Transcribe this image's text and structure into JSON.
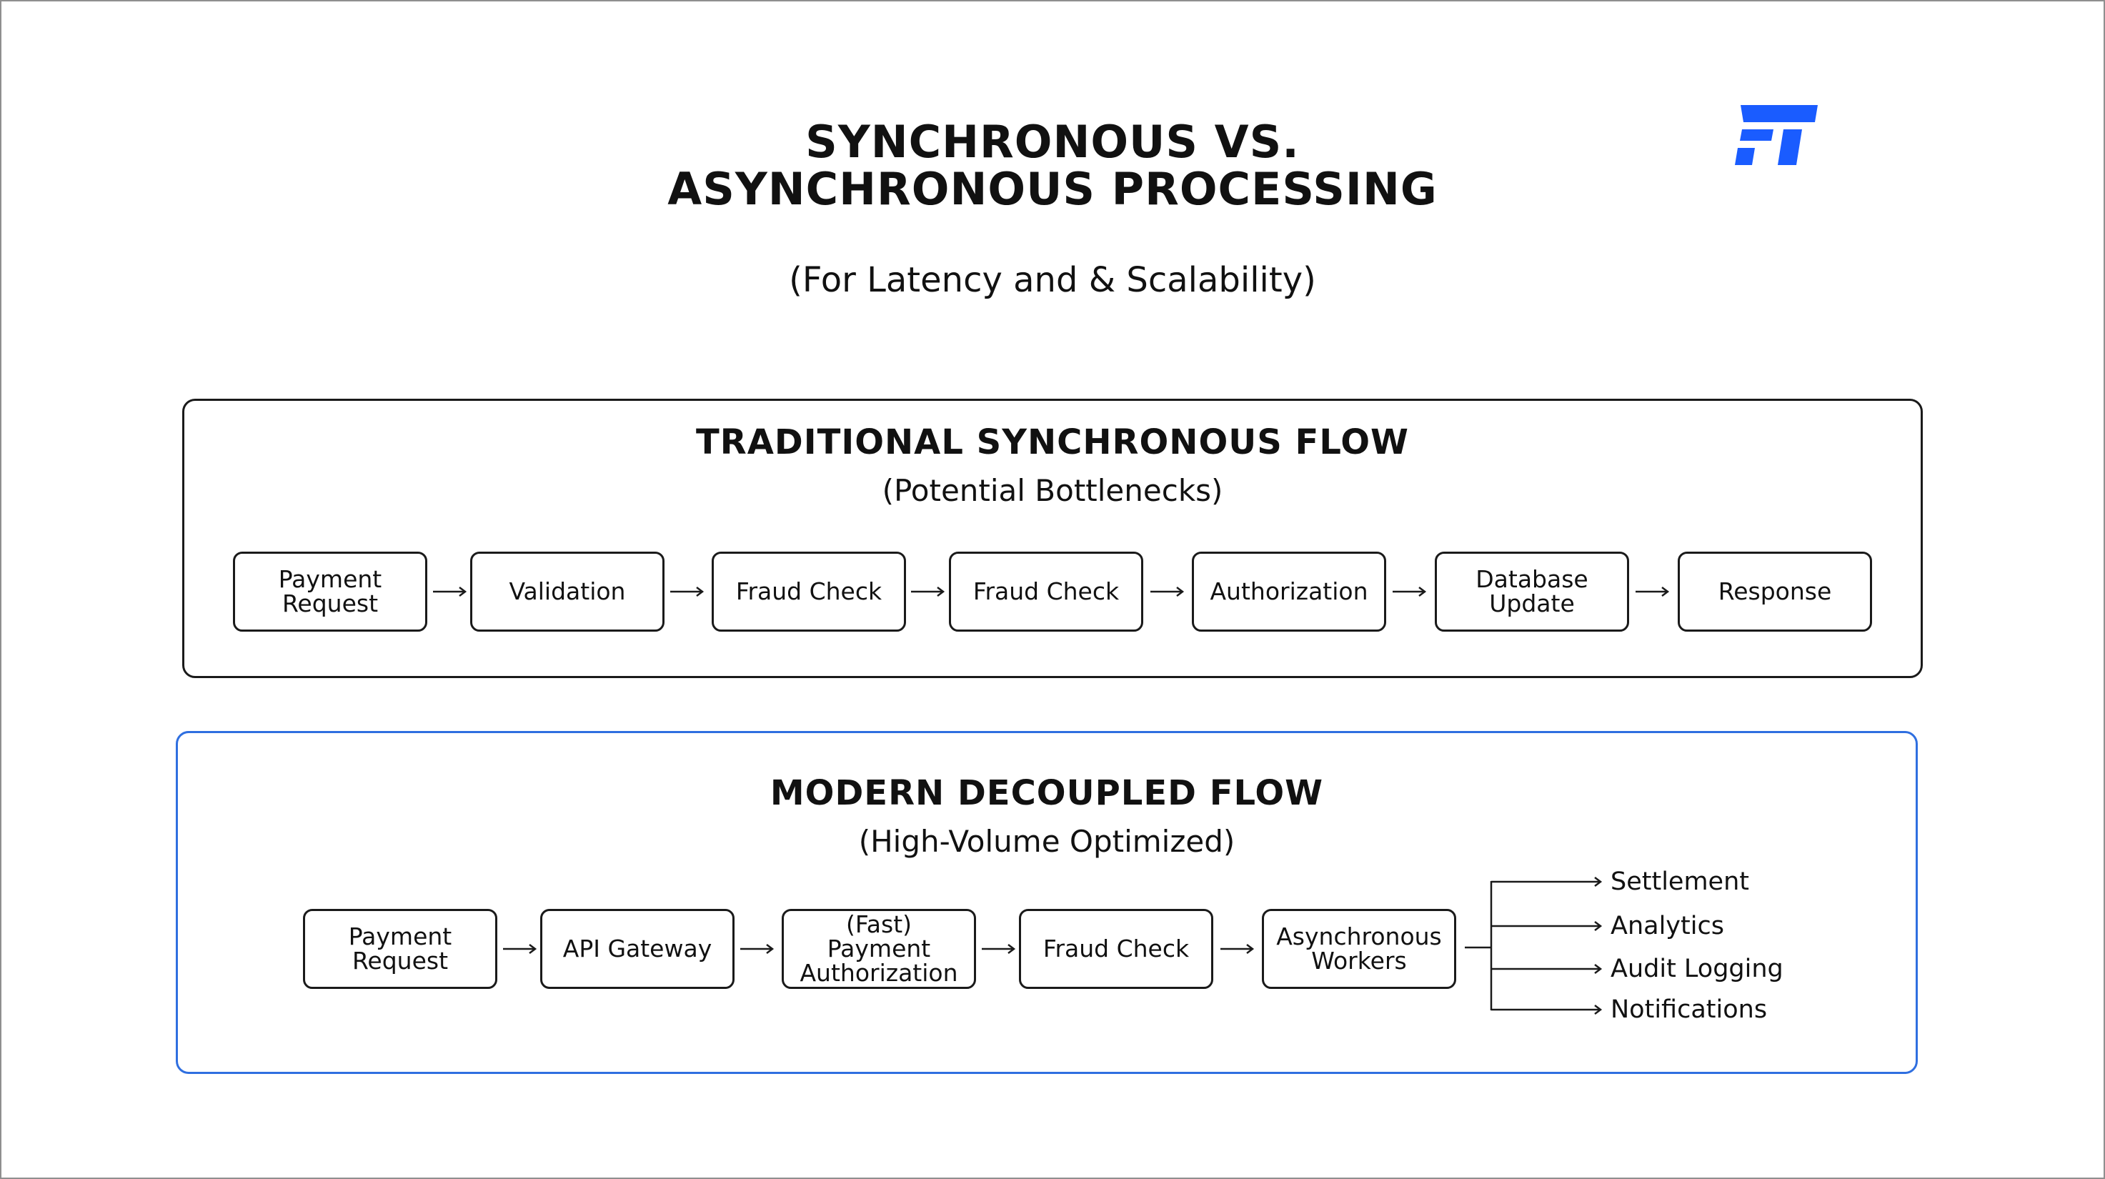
{
  "header": {
    "title_line1": "SYNCHRONOUS VS.",
    "title_line2": "ASYNCHRONOUS PROCESSING",
    "subtitle": "(For Latency and & Scalability)",
    "logo_color": "#1a5cff"
  },
  "sync_flow": {
    "title": "TRADITIONAL SYNCHRONOUS FLOW",
    "subtitle": "(Potential Bottlenecks)",
    "border_color": "#1a1a1a",
    "steps": [
      {
        "line1": "Payment",
        "line2": "Request"
      },
      {
        "line1": "Validation",
        "line2": ""
      },
      {
        "line1": "Fraud Check",
        "line2": ""
      },
      {
        "line1": "Fraud Check",
        "line2": ""
      },
      {
        "line1": "Authorization",
        "line2": ""
      },
      {
        "line1": "Database",
        "line2": "Update"
      },
      {
        "line1": "Response",
        "line2": ""
      }
    ]
  },
  "async_flow": {
    "title": "MODERN DECOUPLED FLOW",
    "subtitle": "(High-Volume Optimized)",
    "border_color": "#2f6fe0",
    "steps": [
      {
        "line1": "Payment",
        "line2": "Request"
      },
      {
        "line1": "API Gateway",
        "line2": ""
      },
      {
        "line1": "(Fast) Payment",
        "line2": "Authorization"
      },
      {
        "line1": "Fraud Check",
        "line2": ""
      },
      {
        "line1": "Asynchronous",
        "line2": "Workers"
      }
    ],
    "outputs": [
      "Settlement",
      "Analytics",
      "Audit Logging",
      "Notifications"
    ]
  }
}
